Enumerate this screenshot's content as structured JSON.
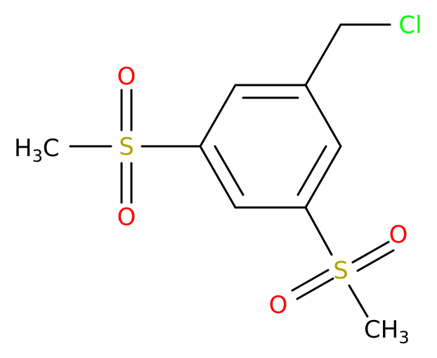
{
  "molecule": {
    "atoms": {
      "cl": {
        "symbol": "Cl",
        "color": "#00ff00"
      },
      "s1": {
        "symbol": "S",
        "color": "#b2a100"
      },
      "s2": {
        "symbol": "S",
        "color": "#b2a100"
      },
      "o1": {
        "symbol": "O",
        "color": "#ff0000"
      },
      "o2": {
        "symbol": "O",
        "color": "#ff0000"
      },
      "o3": {
        "symbol": "O",
        "color": "#ff0000"
      },
      "o4": {
        "symbol": "O",
        "color": "#ff0000"
      },
      "me1": {
        "symbol": "H",
        "subscript": "3",
        "tail": "C",
        "color": "#000000"
      },
      "me2": {
        "symbol": "CH",
        "subscript": "3",
        "color": "#000000"
      }
    },
    "bond_color": "#000000"
  }
}
